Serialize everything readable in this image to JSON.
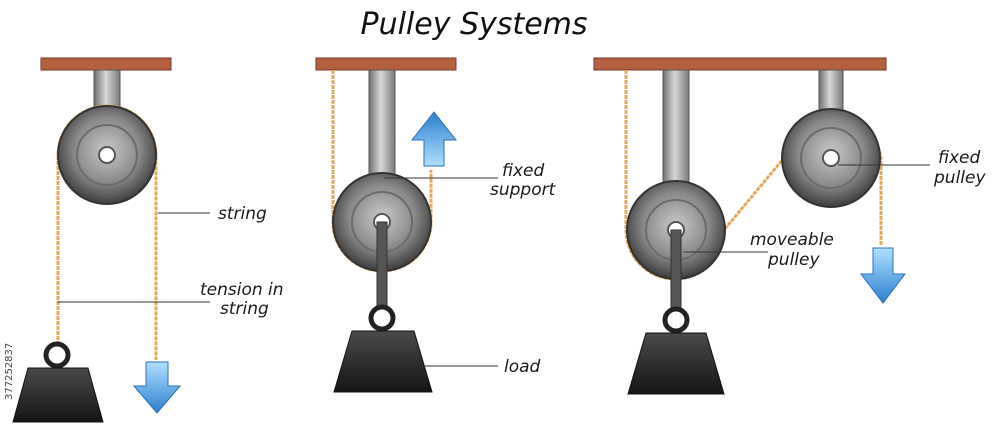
{
  "title": "Pulley Systems",
  "side_id": "377252837",
  "labels": {
    "string": "string",
    "tension_line1": "tension in",
    "tension_line2": "string",
    "fixed_support_line1": "fixed",
    "fixed_support_line2": "support",
    "load": "load",
    "moveable_line1": "moveable",
    "moveable_line2": "pulley",
    "fixed_pulley_line1": "fixed",
    "fixed_pulley_line2": "pulley"
  },
  "colors": {
    "beam": "#b4603e",
    "rope": "#e3a85a",
    "arrow": "#4a9be0",
    "weight": "#2b2b2b",
    "bracket": "#9a9a9a"
  }
}
